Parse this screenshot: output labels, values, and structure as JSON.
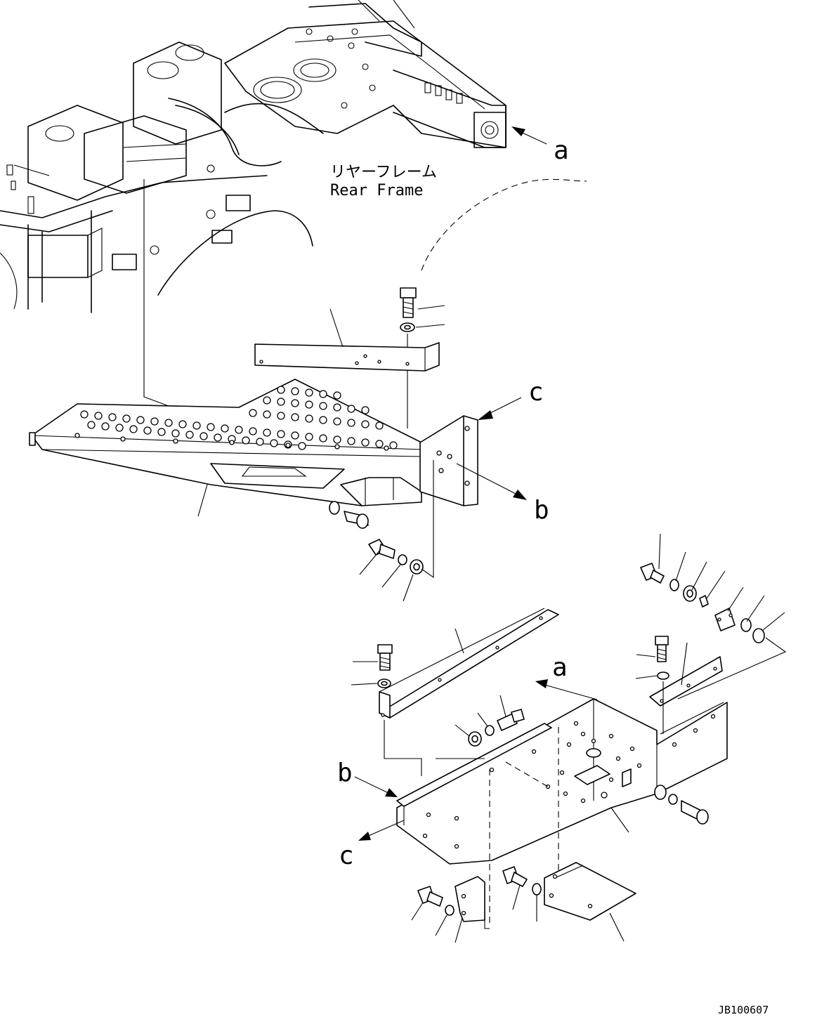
{
  "title_jp": "リヤーフレーム",
  "title_en": "Rear Frame",
  "labels": {
    "a_top": "a",
    "b_mid": "b",
    "c_mid": "c",
    "a_low": "a",
    "b_low": "b",
    "c_low": "c"
  },
  "drawing_id": "JB100607"
}
